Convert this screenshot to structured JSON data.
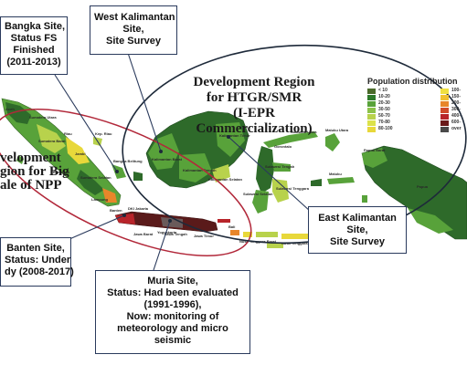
{
  "colors": {
    "ocean": "#ffffff",
    "ellipse": "#1e2a3a",
    "npp_ellipse": "#b2283a",
    "land_green": "#58a23a",
    "land_dark": "#2e6a2a",
    "land_light": "#b8d24c",
    "land_yellow": "#e8d83a",
    "land_orange": "#e8862a",
    "land_red": "#b8242a",
    "land_maroon": "#5a1a1a",
    "land_grey": "#6a5a5a",
    "callout_border": "#2a3a5c"
  },
  "callouts": {
    "bangka": [
      "Bangka Site,",
      "Status FS",
      "Finished",
      "(2011-2013)"
    ],
    "west_kalimantan": [
      "West Kalimantan",
      "Site,",
      "Site Survey"
    ],
    "east_kalimantan": [
      "East Kalimantan",
      "Site,",
      "Site Survey"
    ],
    "banten": [
      "Banten Site,",
      "Status: Under",
      "dy (2008-2017)"
    ],
    "muria": [
      "Muria Site,",
      "Status: Had been evaluated",
      "(1991-1996),",
      "Now: monitoring of",
      "meteorology and micro",
      "seismic"
    ]
  },
  "regions": {
    "htgr": [
      "Development Region",
      "for HTGR/SMR",
      "(I-EPR",
      "Commercialization)"
    ],
    "npp": [
      "velopment",
      "gion for Big",
      "ale of NPP"
    ]
  },
  "legend": {
    "title": "Population distribution",
    "left_entries": [
      {
        "label": "< 10",
        "color": "#4a6a2a"
      },
      {
        "label": "10-20",
        "color": "#2e7a2a"
      },
      {
        "label": "20-30",
        "color": "#58a23a"
      },
      {
        "label": "30-50",
        "color": "#8cc24a"
      },
      {
        "label": "50-70",
        "color": "#b8d24c"
      },
      {
        "label": "70-80",
        "color": "#dce24a"
      },
      {
        "label": "80-100",
        "color": "#e8d83a"
      }
    ],
    "right_entries": [
      {
        "label": "100-",
        "color": "#f0e040"
      },
      {
        "label": "150-",
        "color": "#f0c030"
      },
      {
        "label": "200-",
        "color": "#e8862a"
      },
      {
        "label": "300-",
        "color": "#d04a2a"
      },
      {
        "label": "400-",
        "color": "#b8242a"
      },
      {
        "label": "600-",
        "color": "#6a1a1a"
      },
      {
        "label": "over",
        "color": "#4a4a4a"
      }
    ]
  },
  "place_labels": [
    "Aceh",
    "Sumatera Utara",
    "Riau",
    "Sumatera Barat",
    "Jambi",
    "Bengkulu",
    "Sumatera Selatan",
    "Lampung",
    "Bangka Belitung",
    "Kep. Riau",
    "Kalimantan Barat",
    "Kalimantan Tengah",
    "Kalimantan Timur",
    "Kalimantan Selatan",
    "Sulawesi Utara",
    "Gorontalo",
    "Sulawesi Tengah",
    "Sulawesi Selatan",
    "Sulawesi Tenggara",
    "Maluku Utara",
    "Maluku",
    "Papua Barat",
    "Papua",
    "Bali",
    "Nusa Tenggara Barat",
    "Nusa Tenggara Timur",
    "Jawa Barat",
    "Jawa Tengah",
    "Jawa Timur",
    "Banten",
    "DKI Jakarta",
    "Yogyakarta"
  ]
}
